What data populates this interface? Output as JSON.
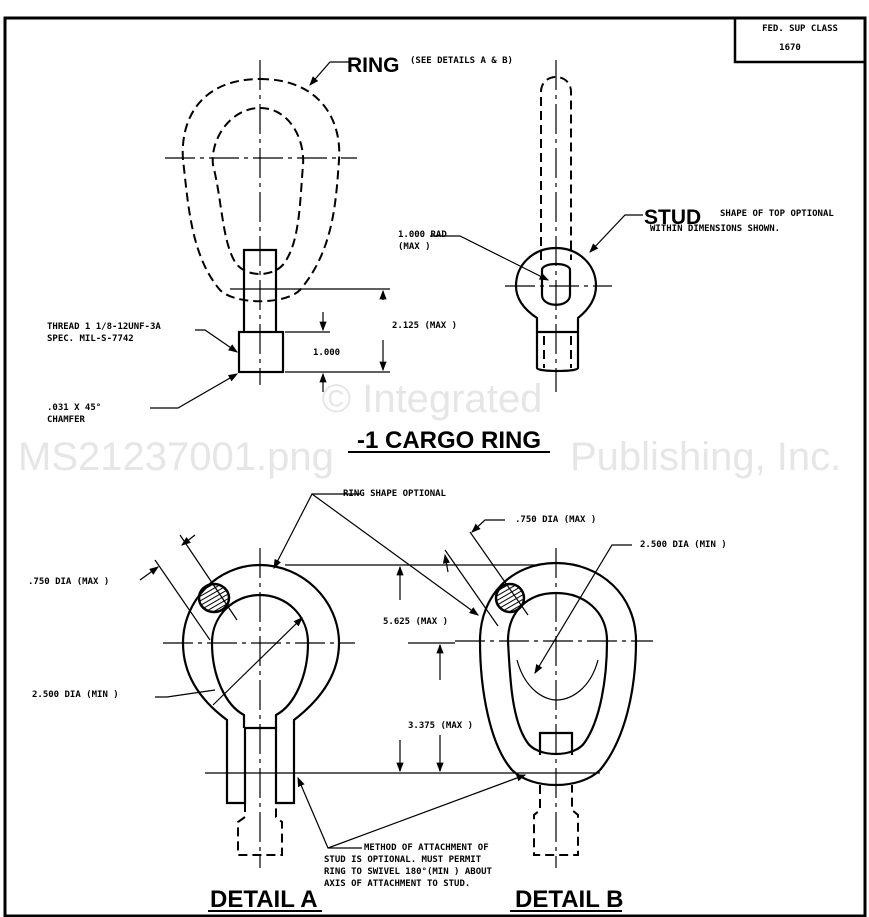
{
  "title_block": {
    "header": "FED. SUP CLASS",
    "value": "1670"
  },
  "watermark": [
    "© Integrated",
    "Publishing, Inc.",
    "MS21237001.png"
  ],
  "top_view": {
    "ring_label": "RING",
    "ring_note": "(SEE DETAILS A & B)",
    "thread_line1": "THREAD 1 1/8-12UNF-3A",
    "thread_line2": "SPEC. MIL-S-7742",
    "chamfer_line1": ".031 X 45°",
    "chamfer_line2": "CHAMFER",
    "dim_overall": "2.125 (MAX )",
    "dim_thread": "1.000",
    "stud_label": "STUD",
    "stud_note1": "SHAPE OF TOP OPTIONAL",
    "stud_note2": "WITHIN DIMENSIONS SHOWN.",
    "rad_line1": "1.000 RAD",
    "rad_line2": "(MAX )",
    "caption": "-1 CARGO RING"
  },
  "details": {
    "ring_shape_note": "RING SHAPE OPTIONAL",
    "dia_a": ".750 DIA (MAX )",
    "dia_b": ".750 DIA (MAX )",
    "inner_dia_a": "2.500 DIA (MIN )",
    "inner_dia_b": "2.500 DIA (MIN )",
    "dim_overall": "5.625 (MAX )",
    "dim_center": "3.375 (MAX )",
    "note": [
      "METHOD OF ATTACHMENT OF",
      "STUD IS OPTIONAL.  MUST PERMIT",
      "RING TO SWIVEL 180°(MIN ) ABOUT",
      "AXIS OF ATTACHMENT TO STUD."
    ],
    "caption_a": "DETAIL A",
    "caption_b": "DETAIL B"
  }
}
